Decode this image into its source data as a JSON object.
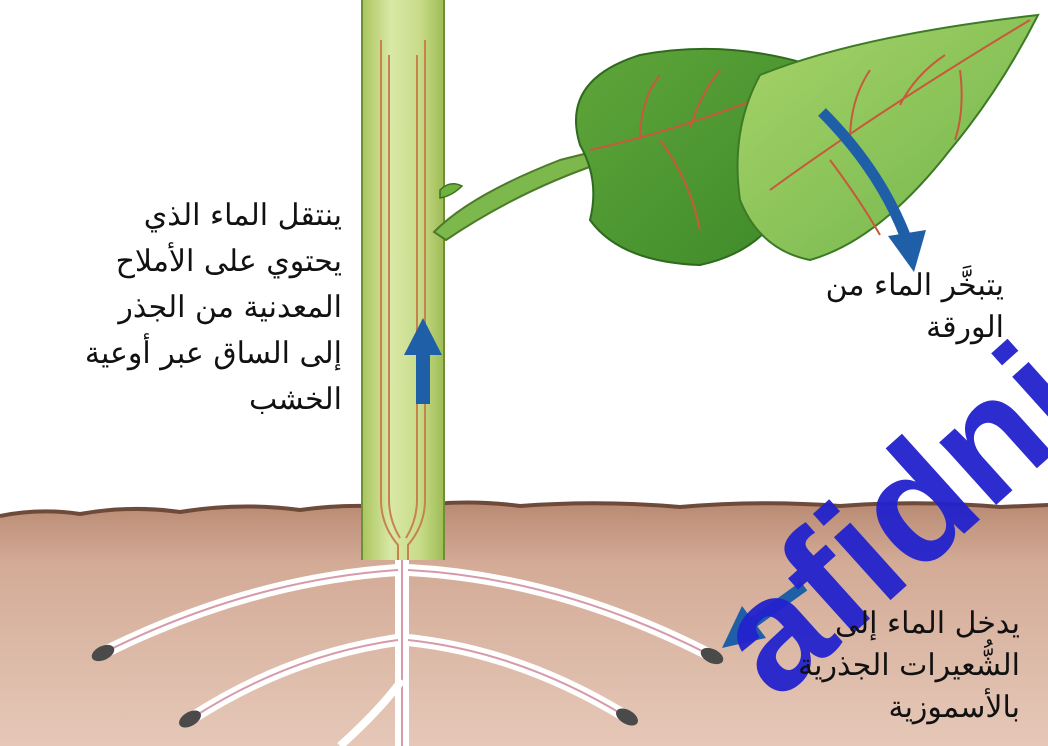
{
  "labels": {
    "stem": {
      "lines": [
        "ينتقل الماء الذي",
        "يحتوي على الأملاح",
        "المعدنية من الجذر",
        "إلى الساق عبر أوعية",
        "الخشب"
      ]
    },
    "leaf": {
      "lines": [
        "يتبخَّر الماء من",
        "الورقة"
      ]
    },
    "root": {
      "lines": [
        "يدخل الماء إلى",
        "الشُّعيرات الجذرية",
        "بالأسموزية"
      ]
    }
  },
  "watermark": {
    "text": "afidni"
  },
  "colors": {
    "arrow": "#1f5fa8",
    "stem": "#c7dc86",
    "leaf": "#7ec04a",
    "soil": "#c99a86",
    "vein": "#c75a3a",
    "watermark": "#2222cc"
  },
  "icons": [
    "up-arrow",
    "down-arrow",
    "down-left-arrow"
  ]
}
